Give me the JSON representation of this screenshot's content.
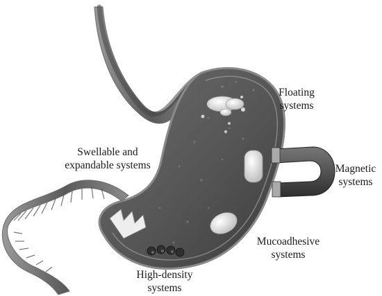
{
  "labels": {
    "floating": {
      "line1": "Floating",
      "line2": "systems"
    },
    "swellable": {
      "line1": "Swellable and",
      "line2": "expandable systems"
    },
    "magnetic": {
      "line1": "Magnetic",
      "line2": "systems"
    },
    "mucoadhesive": {
      "line1": "Mucoadhesive",
      "line2": "systems"
    },
    "high_density": {
      "line1": "High-density",
      "line2": "systems"
    }
  },
  "colors": {
    "stomach_fill": "#5b5b5b",
    "stomach_dark": "#3a3a3a",
    "stomach_edge": "#8e8e8e",
    "magnet": "#4a4a4a",
    "tablet": "#e8e8e8",
    "text": "#1a1a1a"
  }
}
